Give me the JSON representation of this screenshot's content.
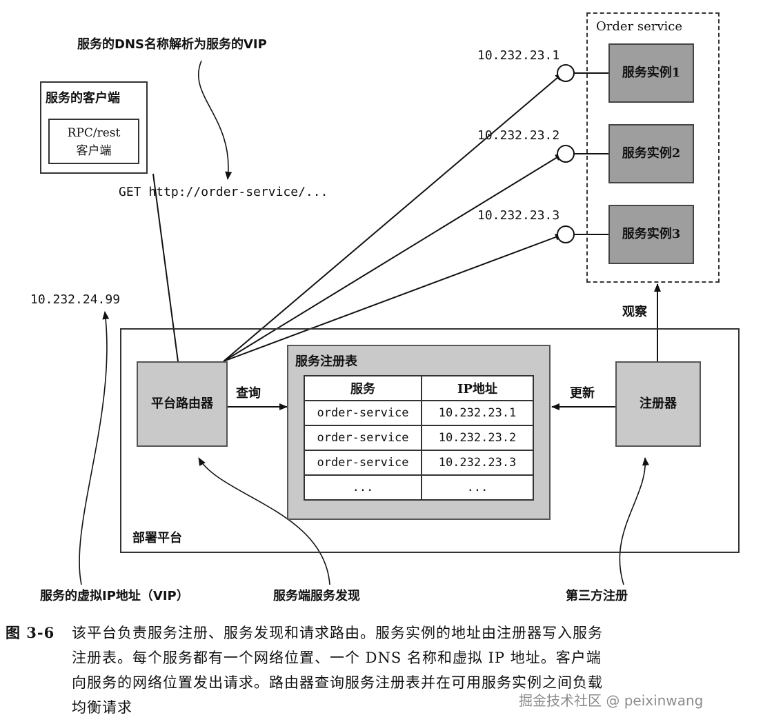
{
  "annotations": {
    "dns": "服务的DNS名称解析为服务的VIP",
    "vip": "服务的虚拟IP地址（VIP）",
    "discovery": "服务端服务发现",
    "third_party": "第三方注册"
  },
  "client": {
    "title": "服务的客户端",
    "inner_line1": "RPC/rest",
    "inner_line2": "客户端"
  },
  "request": "GET http://order-service/...",
  "vip_address": "10.232.24.99",
  "order_service": {
    "title": "Order service",
    "instances": [
      {
        "label": "服务实例1",
        "ip": "10.232.23.1"
      },
      {
        "label": "服务实例2",
        "ip": "10.232.23.2"
      },
      {
        "label": "服务实例3",
        "ip": "10.232.23.3"
      }
    ]
  },
  "observe": "观察",
  "platform": {
    "title": "部署平台",
    "router": "平台路由器",
    "query": "查询",
    "update": "更新",
    "registrar": "注册器",
    "registry": {
      "title": "服务注册表",
      "headers": [
        "服务",
        "IP地址"
      ],
      "rows": [
        [
          "order-service",
          "10.232.23.1"
        ],
        [
          "order-service",
          "10.232.23.2"
        ],
        [
          "order-service",
          "10.232.23.3"
        ],
        [
          "...",
          "..."
        ]
      ]
    }
  },
  "caption": {
    "label": "图 3-6",
    "lines": [
      "该平台负责服务注册、服务发现和请求路由。服务实例的地址由注册器写入服务",
      "注册表。每个服务都有一个网络位置、一个 DNS 名称和虚拟 IP 地址。客户端",
      "向服务的网络位置发出请求。路由器查询服务注册表并在可用服务实例之间负载",
      "均衡请求"
    ]
  },
  "watermark": "掘金技术社区 @ peixinwang"
}
